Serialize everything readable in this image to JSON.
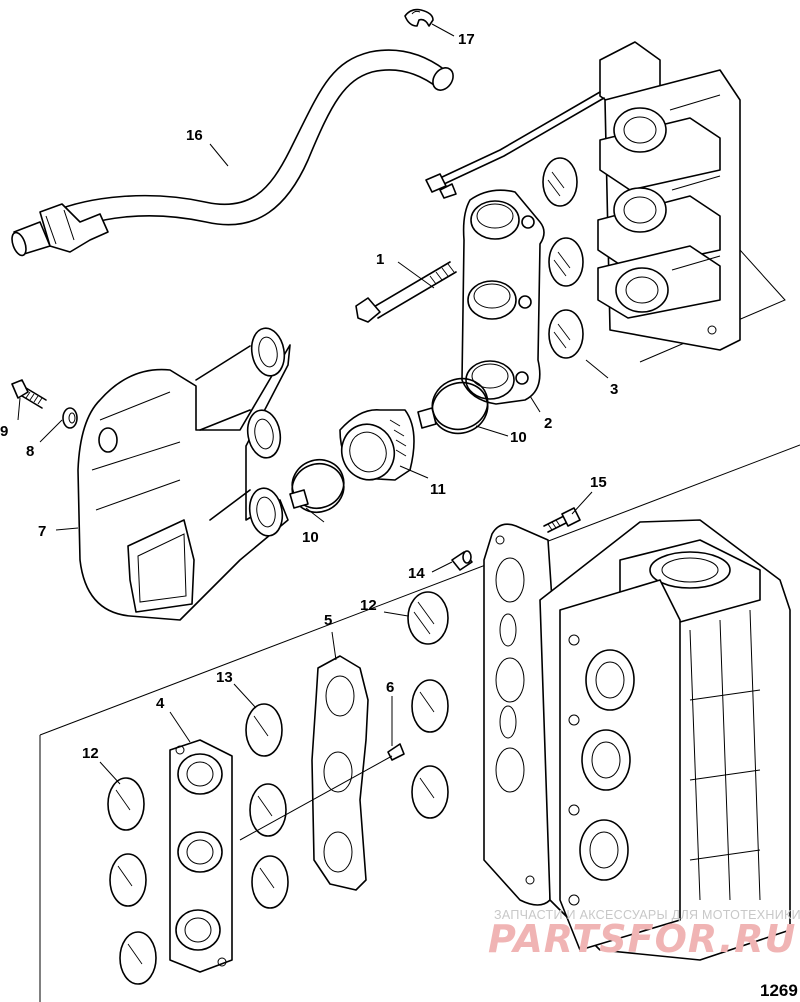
{
  "figure_number": "1269",
  "watermark": {
    "tagline": "ЗАПЧАСТИ И АКСЕССУАРЫ ДЛЯ МОТОТЕХНИКИ",
    "brand": "PARTSFOR.RU"
  },
  "callouts": {
    "c1": "1",
    "c2": "2",
    "c3": "3",
    "c4": "4",
    "c5": "5",
    "c6": "6",
    "c7": "7",
    "c8": "8",
    "c9": "9",
    "c10a": "10",
    "c10b": "10",
    "c11": "11",
    "c12a": "12",
    "c12b": "12",
    "c13": "13",
    "c14": "14",
    "c15": "15",
    "c16": "16",
    "c17": "17"
  }
}
